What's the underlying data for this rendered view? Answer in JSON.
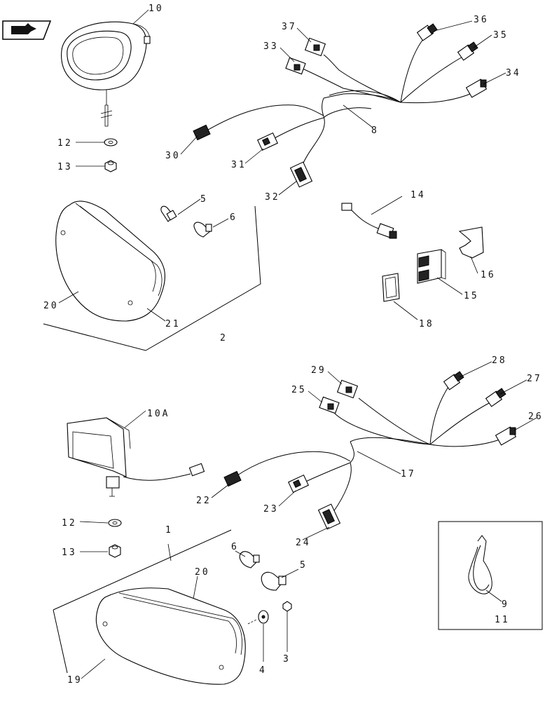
{
  "nav_icon": "hand-pointing-icon",
  "callouts": {
    "c1": "1",
    "c2": "2",
    "c3": "3",
    "c4": "4",
    "c5a": "5",
    "c5b": "5",
    "c6a": "6",
    "c6b": "6",
    "c8": "8",
    "c9": "9",
    "c10": "10",
    "c10a": "10A",
    "c11": "11",
    "c12a": "12",
    "c12b": "12",
    "c13a": "13",
    "c13b": "13",
    "c14": "14",
    "c15": "15",
    "c16": "16",
    "c17": "17",
    "c18": "18",
    "c19": "19",
    "c20a": "20",
    "c20b": "20",
    "c21": "21",
    "c22": "22",
    "c23": "23",
    "c24": "24",
    "c25": "25",
    "c26": "26",
    "c27": "27",
    "c28": "28",
    "c29": "29",
    "c30": "30",
    "c31": "31",
    "c32": "32",
    "c33": "33",
    "c34": "34",
    "c35": "35",
    "c36": "36",
    "c37": "37"
  }
}
